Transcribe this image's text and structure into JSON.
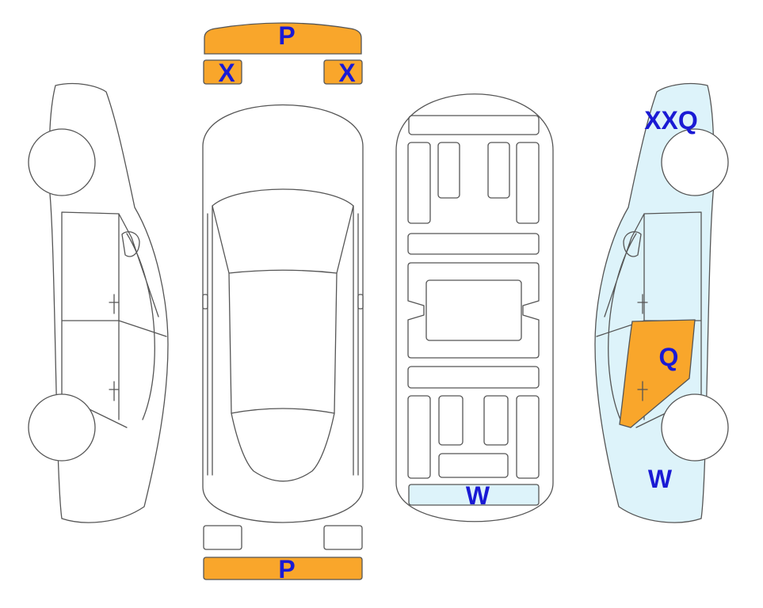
{
  "colors": {
    "damage_fill": "#F9A62B",
    "light_fill": "#DDF3FA",
    "code_text": "#1A1AD4",
    "outline": "#555555"
  },
  "marks": {
    "front_bumper": "P",
    "headlight_left": "X",
    "headlight_right": "X",
    "rear_bumper": "P",
    "trunk_floor": "W",
    "right_front_fender": "XXQ",
    "right_rear_door": "Q",
    "right_rear_quarter": "W"
  }
}
